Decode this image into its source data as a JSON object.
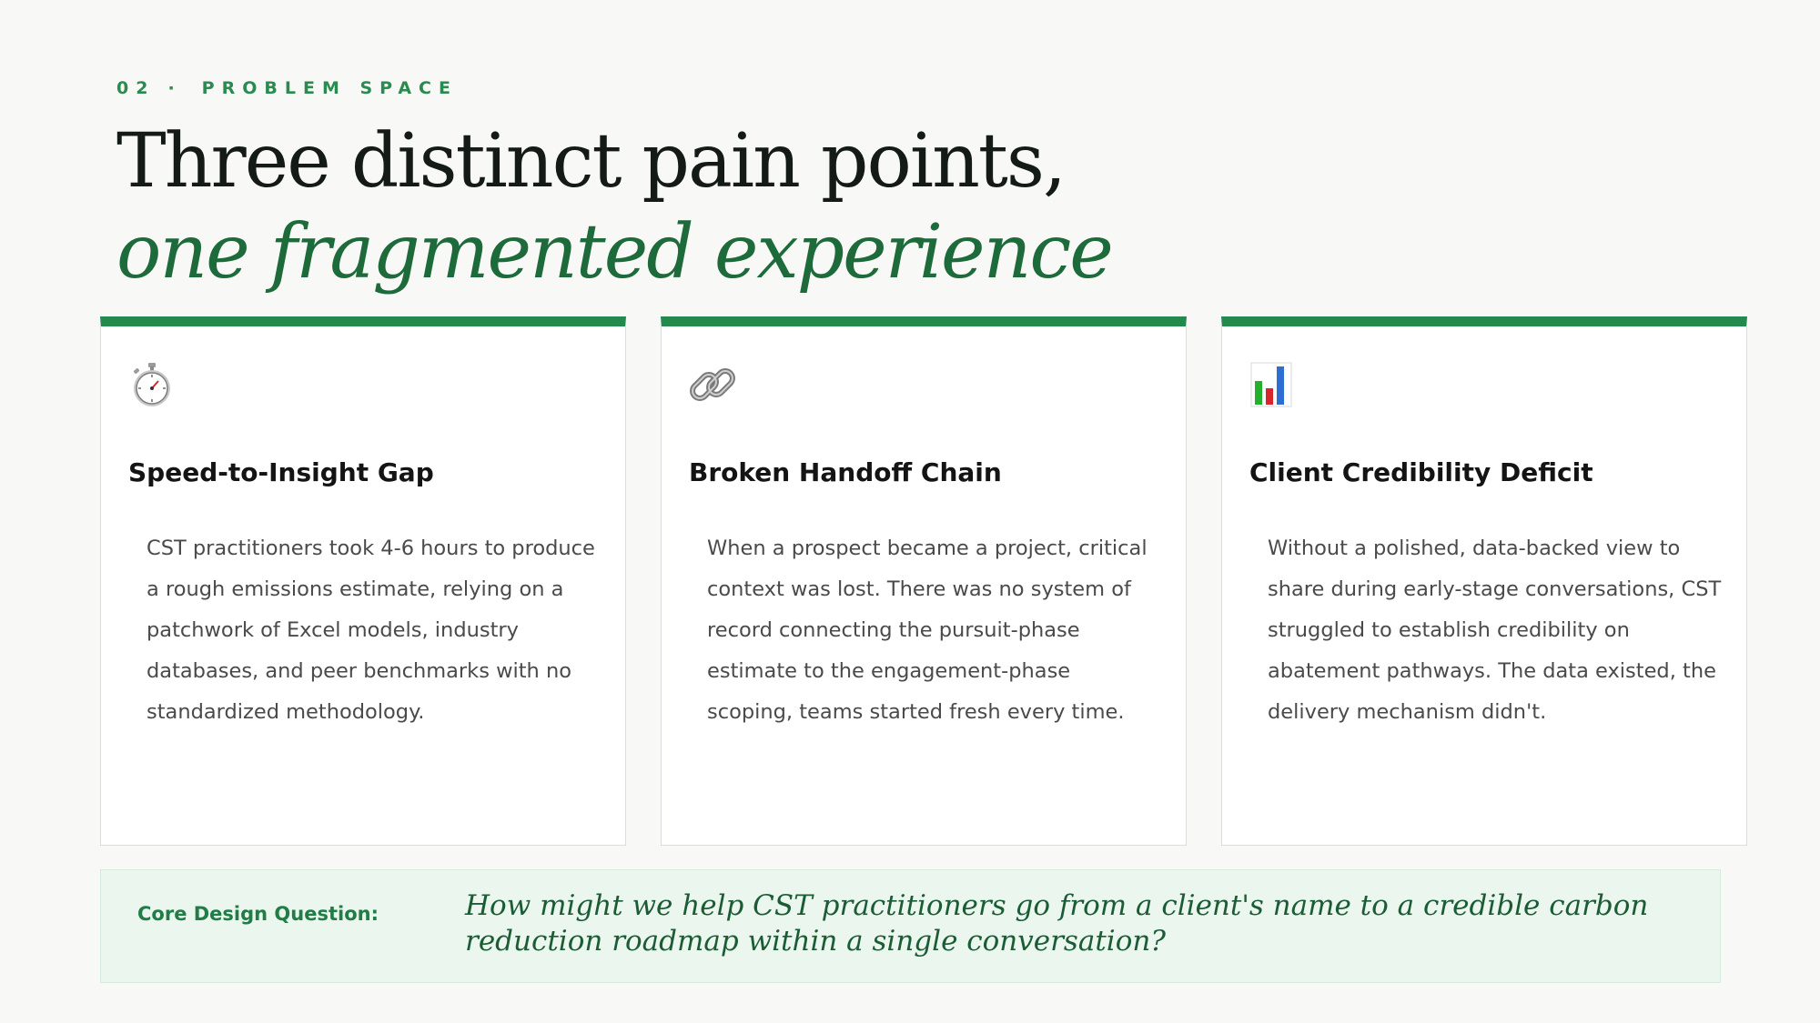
{
  "header": {
    "section_number": "02",
    "separator": "·",
    "section_label": "PROBLEM SPACE",
    "title_line1": "Three distinct pain points,",
    "title_line2": "one fragmented experience"
  },
  "colors": {
    "accent": "#24894d",
    "accent_dark": "#1d6a3a",
    "background": "#f8f8f6",
    "callout_background": "#eaf6ee"
  },
  "cards": [
    {
      "icon": "stopwatch-icon",
      "title": "Speed-to-Insight Gap",
      "body": "CST practitioners took 4-6 hours to produce a rough emissions estimate, relying on a patchwork of Excel models, industry databases, and peer benchmarks with no standardized methodology."
    },
    {
      "icon": "chain-link-icon",
      "title": "Broken Handoff Chain",
      "body": "When a prospect became a project, critical context was lost. There was no system of record connecting the pursuit-phase estimate to the engagement-phase scoping, teams started fresh every time."
    },
    {
      "icon": "bar-chart-icon",
      "title": "Client Credibility Deficit",
      "body": "Without a polished, data-backed view to share during early-stage conversations, CST struggled to establish credibility on abatement pathways. The data existed, the delivery mechanism didn't."
    }
  ],
  "callout": {
    "label": "Core Design Question:",
    "question": "How might we help CST practitioners go from a client's name to a credible carbon reduction roadmap within a single conversation?"
  }
}
